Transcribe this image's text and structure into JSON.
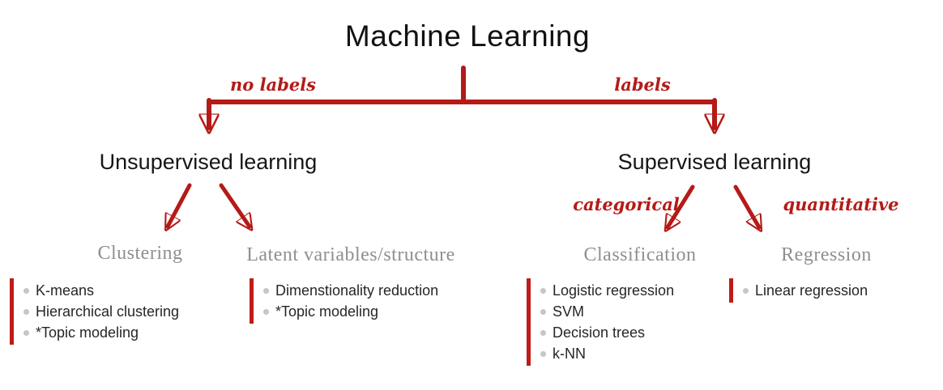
{
  "diagram": {
    "title": "Machine Learning",
    "edge_labels": {
      "left": "no labels",
      "right": "labels",
      "categorical": "categorical",
      "quantitative": "quantitative"
    },
    "level1": {
      "left": "Unsupervised learning",
      "right": "Supervised learning"
    },
    "groups": [
      {
        "heading": "Clustering",
        "items": [
          "K-means",
          "Hierarchical clustering",
          "*Topic modeling"
        ]
      },
      {
        "heading": "Latent variables/structure",
        "items": [
          "Dimenstionality reduction",
          "*Topic modeling"
        ]
      },
      {
        "heading": "Classification",
        "items": [
          "Logistic regression",
          "SVM",
          "Decision trees",
          "k-NN"
        ]
      },
      {
        "heading": "Regression",
        "items": [
          "Linear regression"
        ]
      }
    ],
    "colors": {
      "red": "#b51a17",
      "heading_gray": "#8f8f8f"
    }
  }
}
